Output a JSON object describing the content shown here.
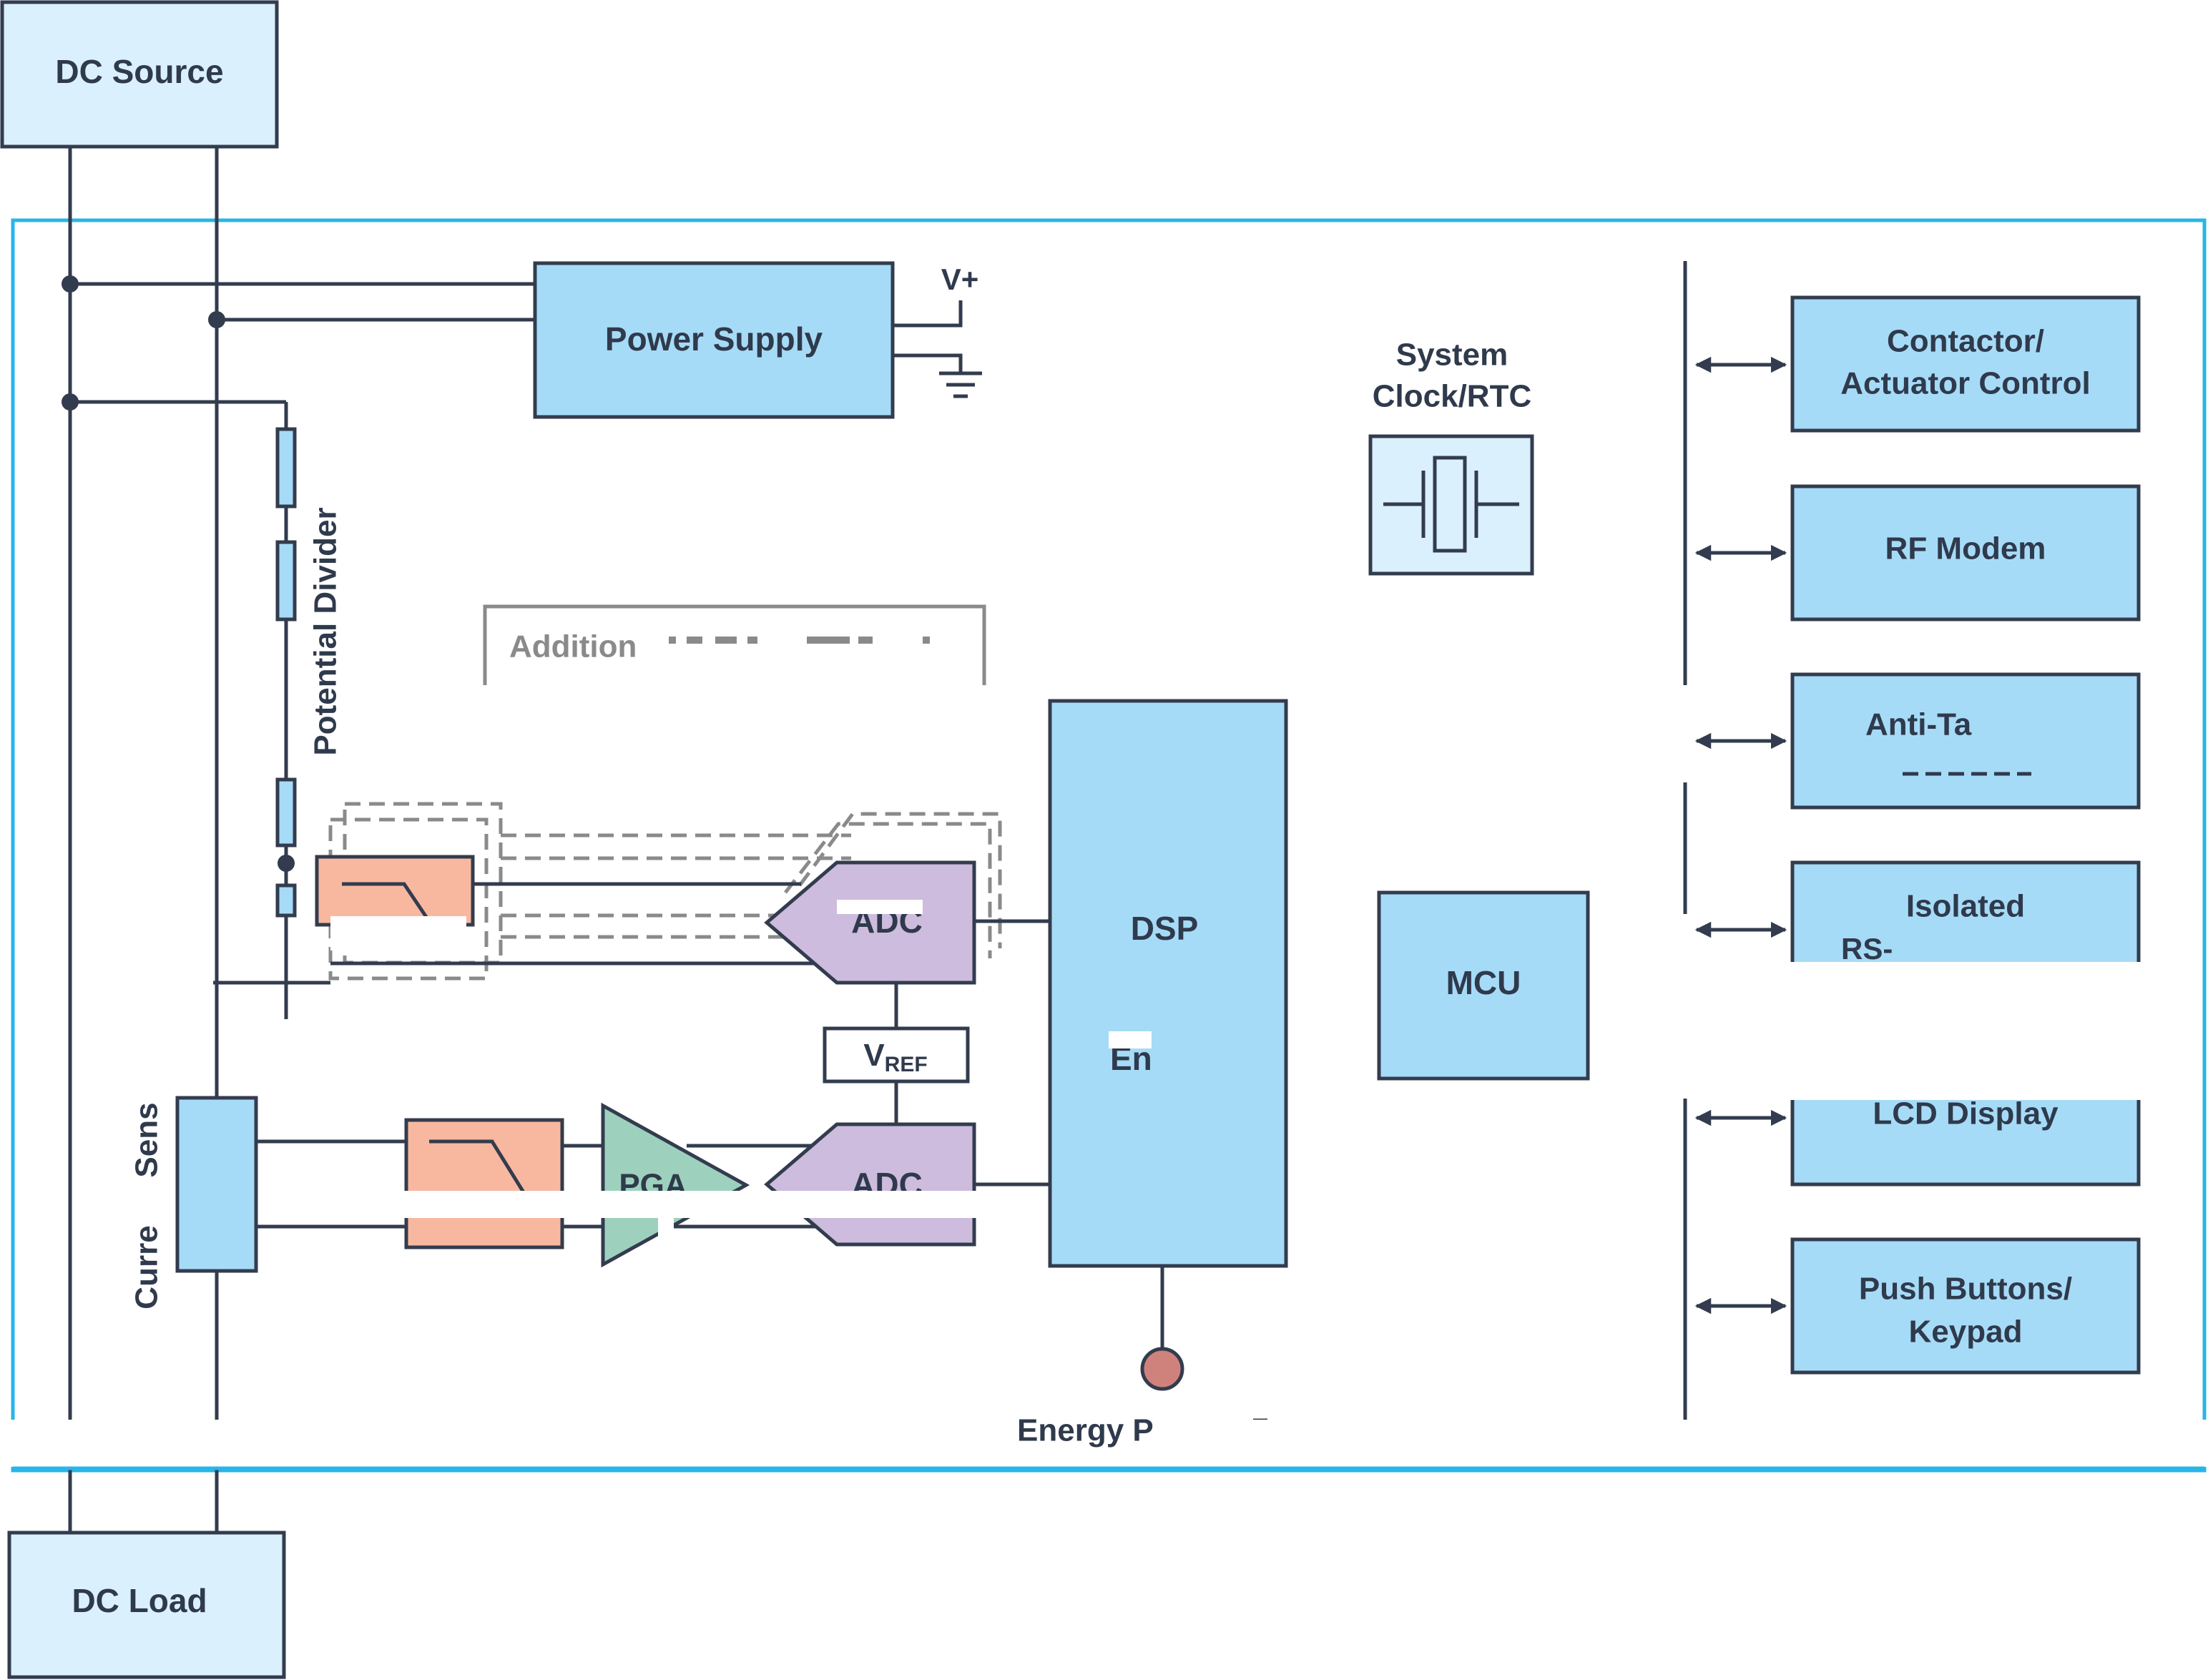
{
  "blocks": {
    "dc_source": "DC Source",
    "dc_load": "DC Load",
    "power_supply": "Power Supply",
    "v_plus": "V+",
    "potential_divider": "Potential Divider",
    "additional_channels": "Addition",
    "current_sensor": [
      "Curre",
      "Sens"
    ],
    "pga": "PGA",
    "adc_voltage": "ADC",
    "adc_current": "ADC",
    "vref_main": "V",
    "vref_sub": "REF",
    "dsp_line1": "DSP",
    "dsp_line2": "En",
    "energy_pulse": "Energy P",
    "system_clock_line1": "System",
    "system_clock_line2": "Clock/RTC",
    "mcu": "MCU"
  },
  "peripherals": {
    "contactor": [
      "Contactor/",
      "Actuator Control"
    ],
    "rf_modem": "RF Modem",
    "anti_tamper": "Anti-Ta",
    "isolated": [
      "Isolated",
      "RS-"
    ],
    "lcd_display": "LCD Display",
    "push_buttons": [
      "Push Buttons/",
      "Keypad"
    ]
  },
  "colors": {
    "block_blue": "#a6dbf7",
    "block_light_blue": "#daf0fc",
    "filter_salmon": "#f8b8a0",
    "pga_green": "#9dd1bd",
    "adc_purple": "#cdbcdd",
    "energy_pulse_led": "#cf827c",
    "boundary_cyan": "#29b5e8",
    "wire_dark": "#333c4e"
  }
}
